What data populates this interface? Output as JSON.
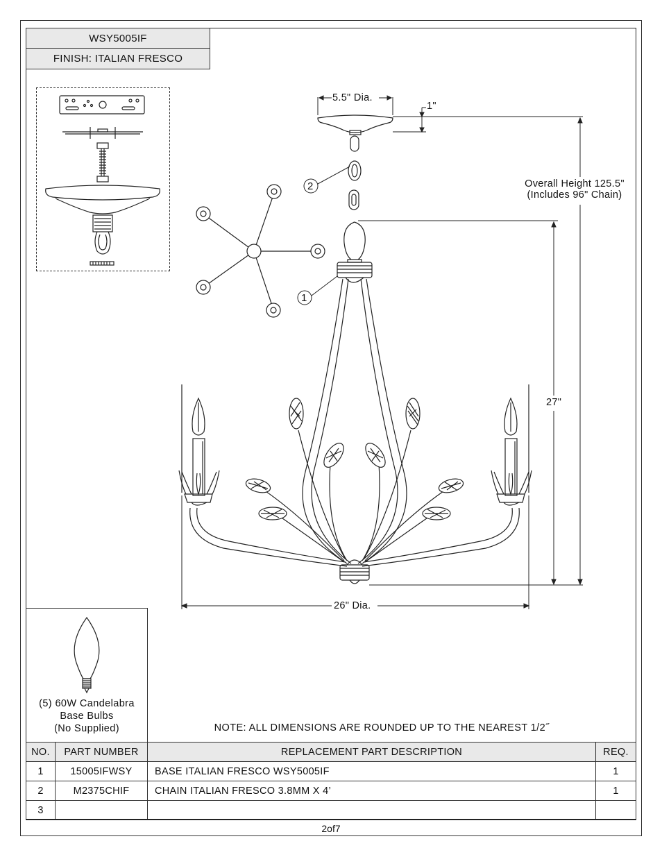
{
  "header": {
    "model": "WSY5005IF",
    "finish": "FINISH: ITALIAN FRESCO"
  },
  "dimensions": {
    "canopy_dia": "5.5\" Dia.",
    "canopy_height": "1\"",
    "overall_height_line1": "Overall Height 125.5\"",
    "overall_height_line2": "(Includes 96\" Chain)",
    "body_height": "27\"",
    "body_dia": "26\" Dia."
  },
  "callouts": {
    "c1": "1",
    "c2": "2"
  },
  "bulb": {
    "line1": "(5) 60W Candelabra",
    "line2": "Base Bulbs",
    "line3": "(No Supplied)"
  },
  "note": "NOTE:  ALL DIMENSIONS ARE ROUNDED UP TO THE NEAREST  1/2˝",
  "parts_table": {
    "headers": {
      "no": "NO.",
      "part_number": "PART NUMBER",
      "description": "REPLACEMENT PART DESCRIPTION",
      "req": "REQ."
    },
    "rows": [
      {
        "no": "1",
        "part_number": "15005IFWSY",
        "description": "BASE ITALIAN FRESCO WSY5005IF",
        "req": "1"
      },
      {
        "no": "2",
        "part_number": "M2375CHIF",
        "description": "CHAIN ITALIAN FRESCO 3.8MM X 4’",
        "req": "1"
      },
      {
        "no": "3",
        "part_number": "",
        "description": "",
        "req": ""
      }
    ]
  },
  "page": "2of7"
}
